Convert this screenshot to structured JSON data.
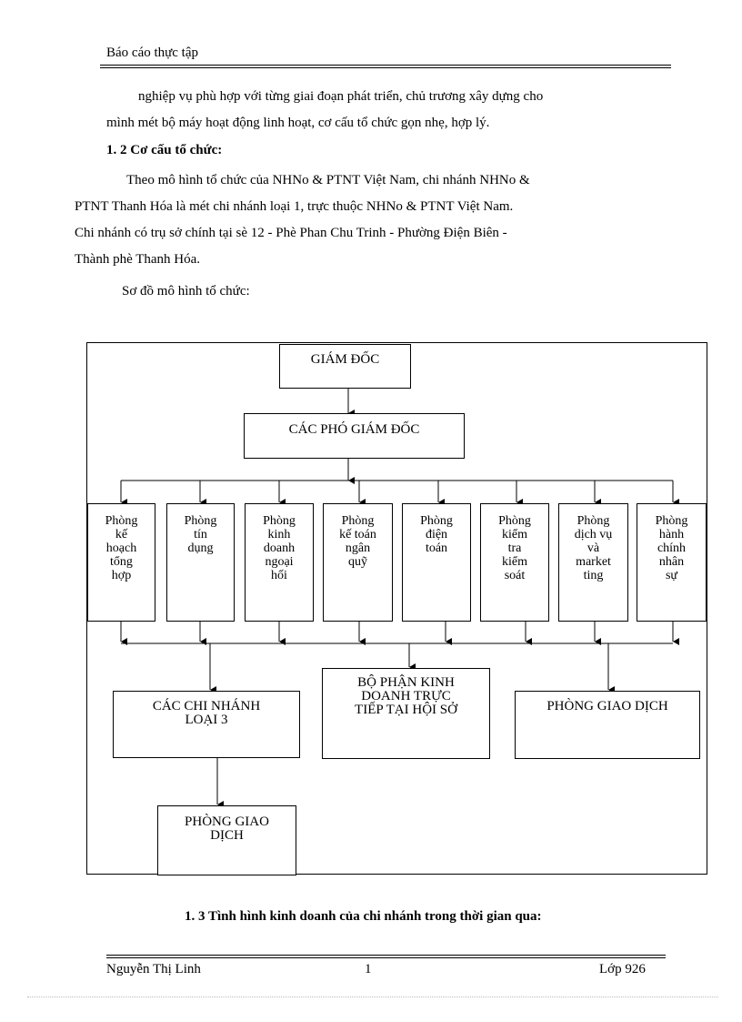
{
  "header": {
    "title": "Báo cáo thực tập"
  },
  "paragraphs": {
    "p1_line1": "nghiệp vụ phù hợp với từng giai đoạn phát triển, chủ trương xây dựng cho",
    "p1_line2": "mình mét bộ máy hoạt động linh hoạt, cơ cấu tổ chức gọn nhẹ, hợp lý.",
    "heading_1_2": "1. 2 Cơ cấu tổ chức:",
    "p2_line1": "Theo mô hình tổ chức của NHNo & PTNT Việt Nam, chi nhánh NHNo &",
    "p2_line2": "PTNT Thanh Hóa là mét chi nhánh loại 1, trực thuộc NHNo & PTNT  Việt Nam.",
    "p2_line3": "Chi nhánh có trụ sở chính tại sè 12 - Phè Phan Chu Trinh - Phường Điện Biên -",
    "p2_line4": "Thành phè Thanh Hóa.",
    "p3": "Sơ đồ mô hình tổ chức:",
    "heading_1_3": "1. 3 Tình hình kinh doanh của chi  nhánh trong thời gian qua:"
  },
  "org_chart": {
    "director": "GIÁM ĐỐC",
    "deputy": "CÁC PHÓ GIÁM ĐỐC",
    "departments": [
      [
        "Phòng",
        "kế",
        "hoạch",
        "tổng",
        "hợp"
      ],
      [
        "Phòng",
        "tín",
        "dụng"
      ],
      [
        "Phòng",
        "kinh",
        "doanh",
        "ngoại",
        "hối"
      ],
      [
        "Phòng",
        "kế toán",
        "ngân",
        "quỹ"
      ],
      [
        "Phòng",
        "điện",
        "toán"
      ],
      [
        "Phòng",
        "kiểm",
        "tra",
        "kiểm",
        "soát"
      ],
      [
        "Phòng",
        "dịch vụ",
        "và",
        "market",
        "ting"
      ],
      [
        "Phòng",
        "hành",
        "chính",
        "nhân",
        "sự"
      ]
    ],
    "branches": [
      "CÁC CHI NHÁNH",
      "LOẠI 3"
    ],
    "business_unit": [
      "BỘ PHẬN KINH",
      "DOANH TRỰC",
      "TIẾP TẠI HỘI SỞ"
    ],
    "transaction_office": "PHÒNG GIAO DỊCH",
    "sub_transaction": [
      "PHÒNG GIAO",
      "DỊCH"
    ]
  },
  "footer": {
    "author": "Nguyễn  Thị Linh",
    "page": "1",
    "class": "Lớp 926"
  }
}
